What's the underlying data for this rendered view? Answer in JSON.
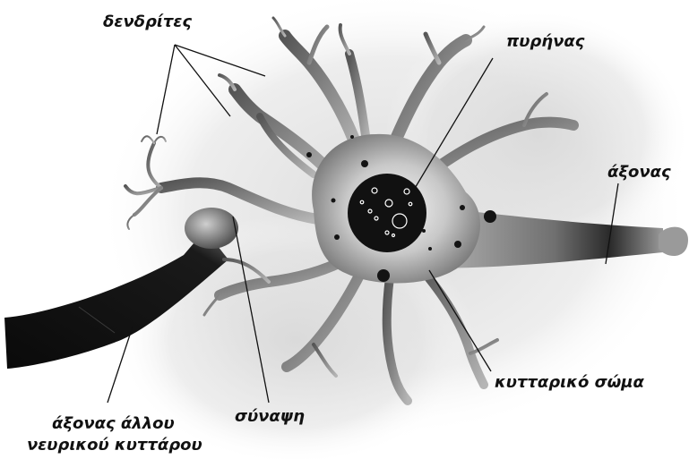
{
  "labels": {
    "dendrites": "δενδρίτες",
    "nucleus": "πυρήνας",
    "axon": "άξονας",
    "cell_body": "κυτταρικό σώμα",
    "synapse": "σύναψη",
    "other_axon_line1": "άξονας άλλου",
    "other_axon_line2": "νευρικού κυττάρου"
  },
  "colors": {
    "ink": "#111111",
    "haze": "#d9d9d9",
    "membrane": "#8a8a8a"
  }
}
